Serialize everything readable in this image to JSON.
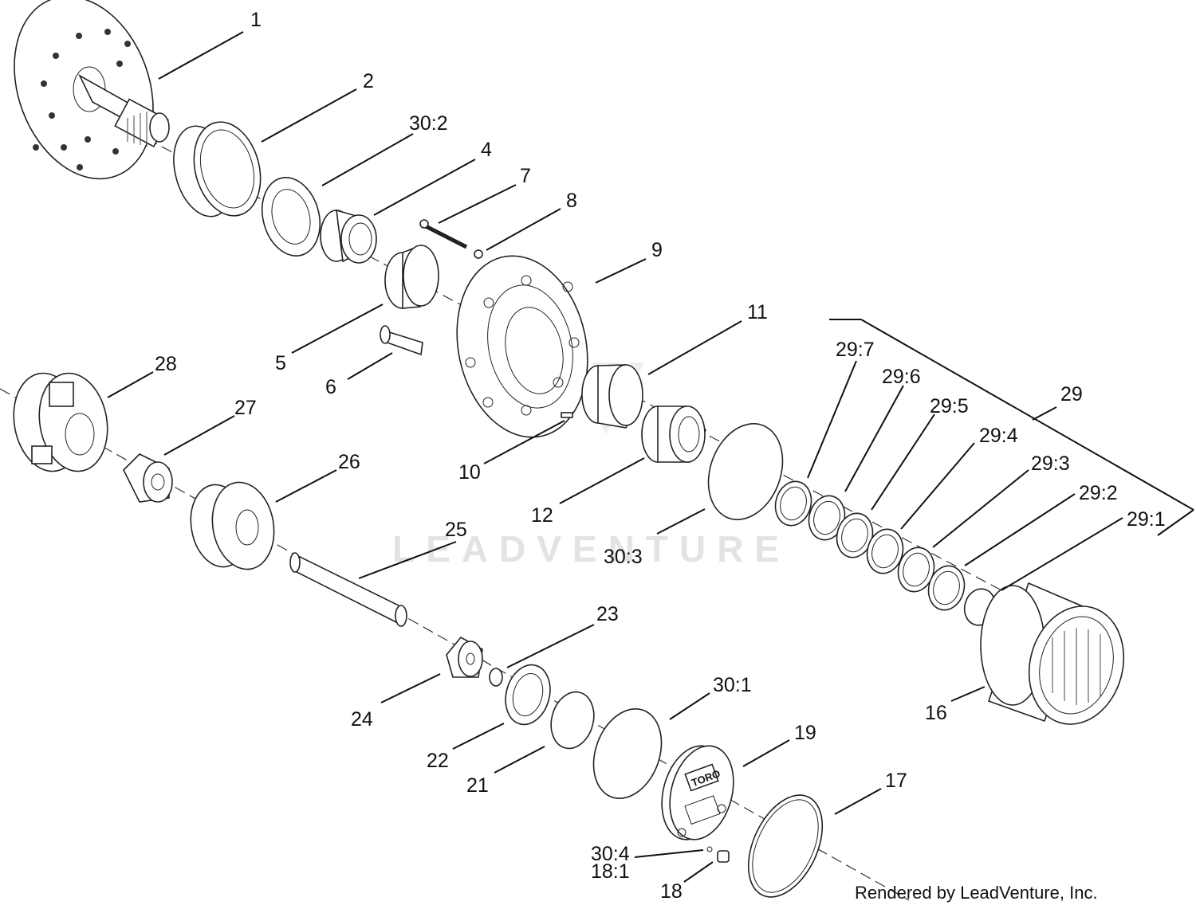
{
  "diagram": {
    "callouts": [
      {
        "id": "1",
        "text": "1"
      },
      {
        "id": "2",
        "text": "2"
      },
      {
        "id": "30-2",
        "text": "30:2"
      },
      {
        "id": "4",
        "text": "4"
      },
      {
        "id": "7",
        "text": "7"
      },
      {
        "id": "8",
        "text": "8"
      },
      {
        "id": "9",
        "text": "9"
      },
      {
        "id": "5",
        "text": "5"
      },
      {
        "id": "6",
        "text": "6"
      },
      {
        "id": "11",
        "text": "11"
      },
      {
        "id": "28",
        "text": "28"
      },
      {
        "id": "27",
        "text": "27"
      },
      {
        "id": "26",
        "text": "26"
      },
      {
        "id": "10",
        "text": "10"
      },
      {
        "id": "12",
        "text": "12"
      },
      {
        "id": "29-7",
        "text": "29:7"
      },
      {
        "id": "29-6",
        "text": "29:6"
      },
      {
        "id": "29-5",
        "text": "29:5"
      },
      {
        "id": "29",
        "text": "29"
      },
      {
        "id": "29-4",
        "text": "29:4"
      },
      {
        "id": "29-3",
        "text": "29:3"
      },
      {
        "id": "29-2",
        "text": "29:2"
      },
      {
        "id": "29-1",
        "text": "29:1"
      },
      {
        "id": "25",
        "text": "25"
      },
      {
        "id": "30-3",
        "text": "30:3"
      },
      {
        "id": "23",
        "text": "23"
      },
      {
        "id": "24",
        "text": "24"
      },
      {
        "id": "30-1",
        "text": "30:1"
      },
      {
        "id": "16",
        "text": "16"
      },
      {
        "id": "19",
        "text": "19"
      },
      {
        "id": "22",
        "text": "22"
      },
      {
        "id": "21",
        "text": "21"
      },
      {
        "id": "17",
        "text": "17"
      },
      {
        "id": "30-4",
        "text": "30:4"
      },
      {
        "id": "18-1",
        "text": "18:1"
      },
      {
        "id": "18",
        "text": "18"
      }
    ],
    "brand_mark": "TORO",
    "watermark": "LEADVENTURE",
    "credit": "Rendered by LeadVenture, Inc."
  }
}
